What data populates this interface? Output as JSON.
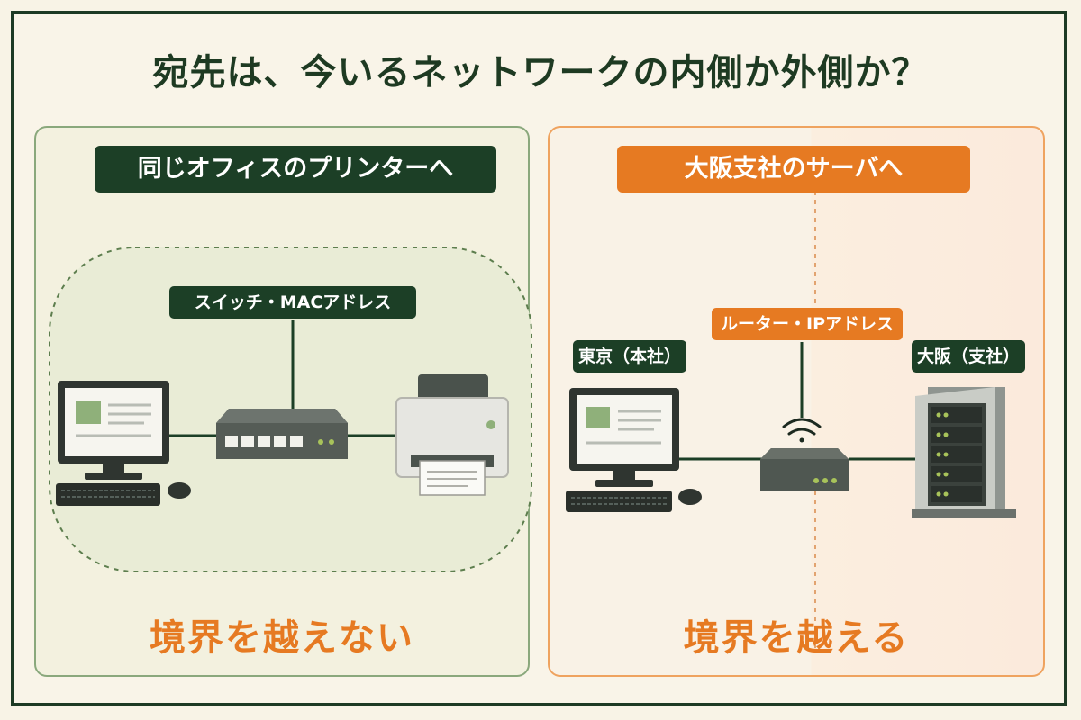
{
  "title": "宛先は、今いるネットワークの内側か外側か？",
  "left": {
    "heading": "同じオフィスのプリンターへ",
    "device_tag": "スイッチ・MACアドレス",
    "result": "境界を越えない",
    "icons": [
      "computer-icon",
      "switch-icon",
      "printer-icon"
    ]
  },
  "right": {
    "heading": "大阪支社のサーバへ",
    "device_tag": "ルーター・IPアドレス",
    "source_label": "東京（本社）",
    "dest_label": "大阪（支社）",
    "result": "境界を越える",
    "icons": [
      "computer-icon",
      "router-icon",
      "wifi-icon",
      "server-icon"
    ]
  },
  "colors": {
    "dark_green": "#1c3f26",
    "orange": "#e67a22",
    "background": "#f9f4e8"
  }
}
